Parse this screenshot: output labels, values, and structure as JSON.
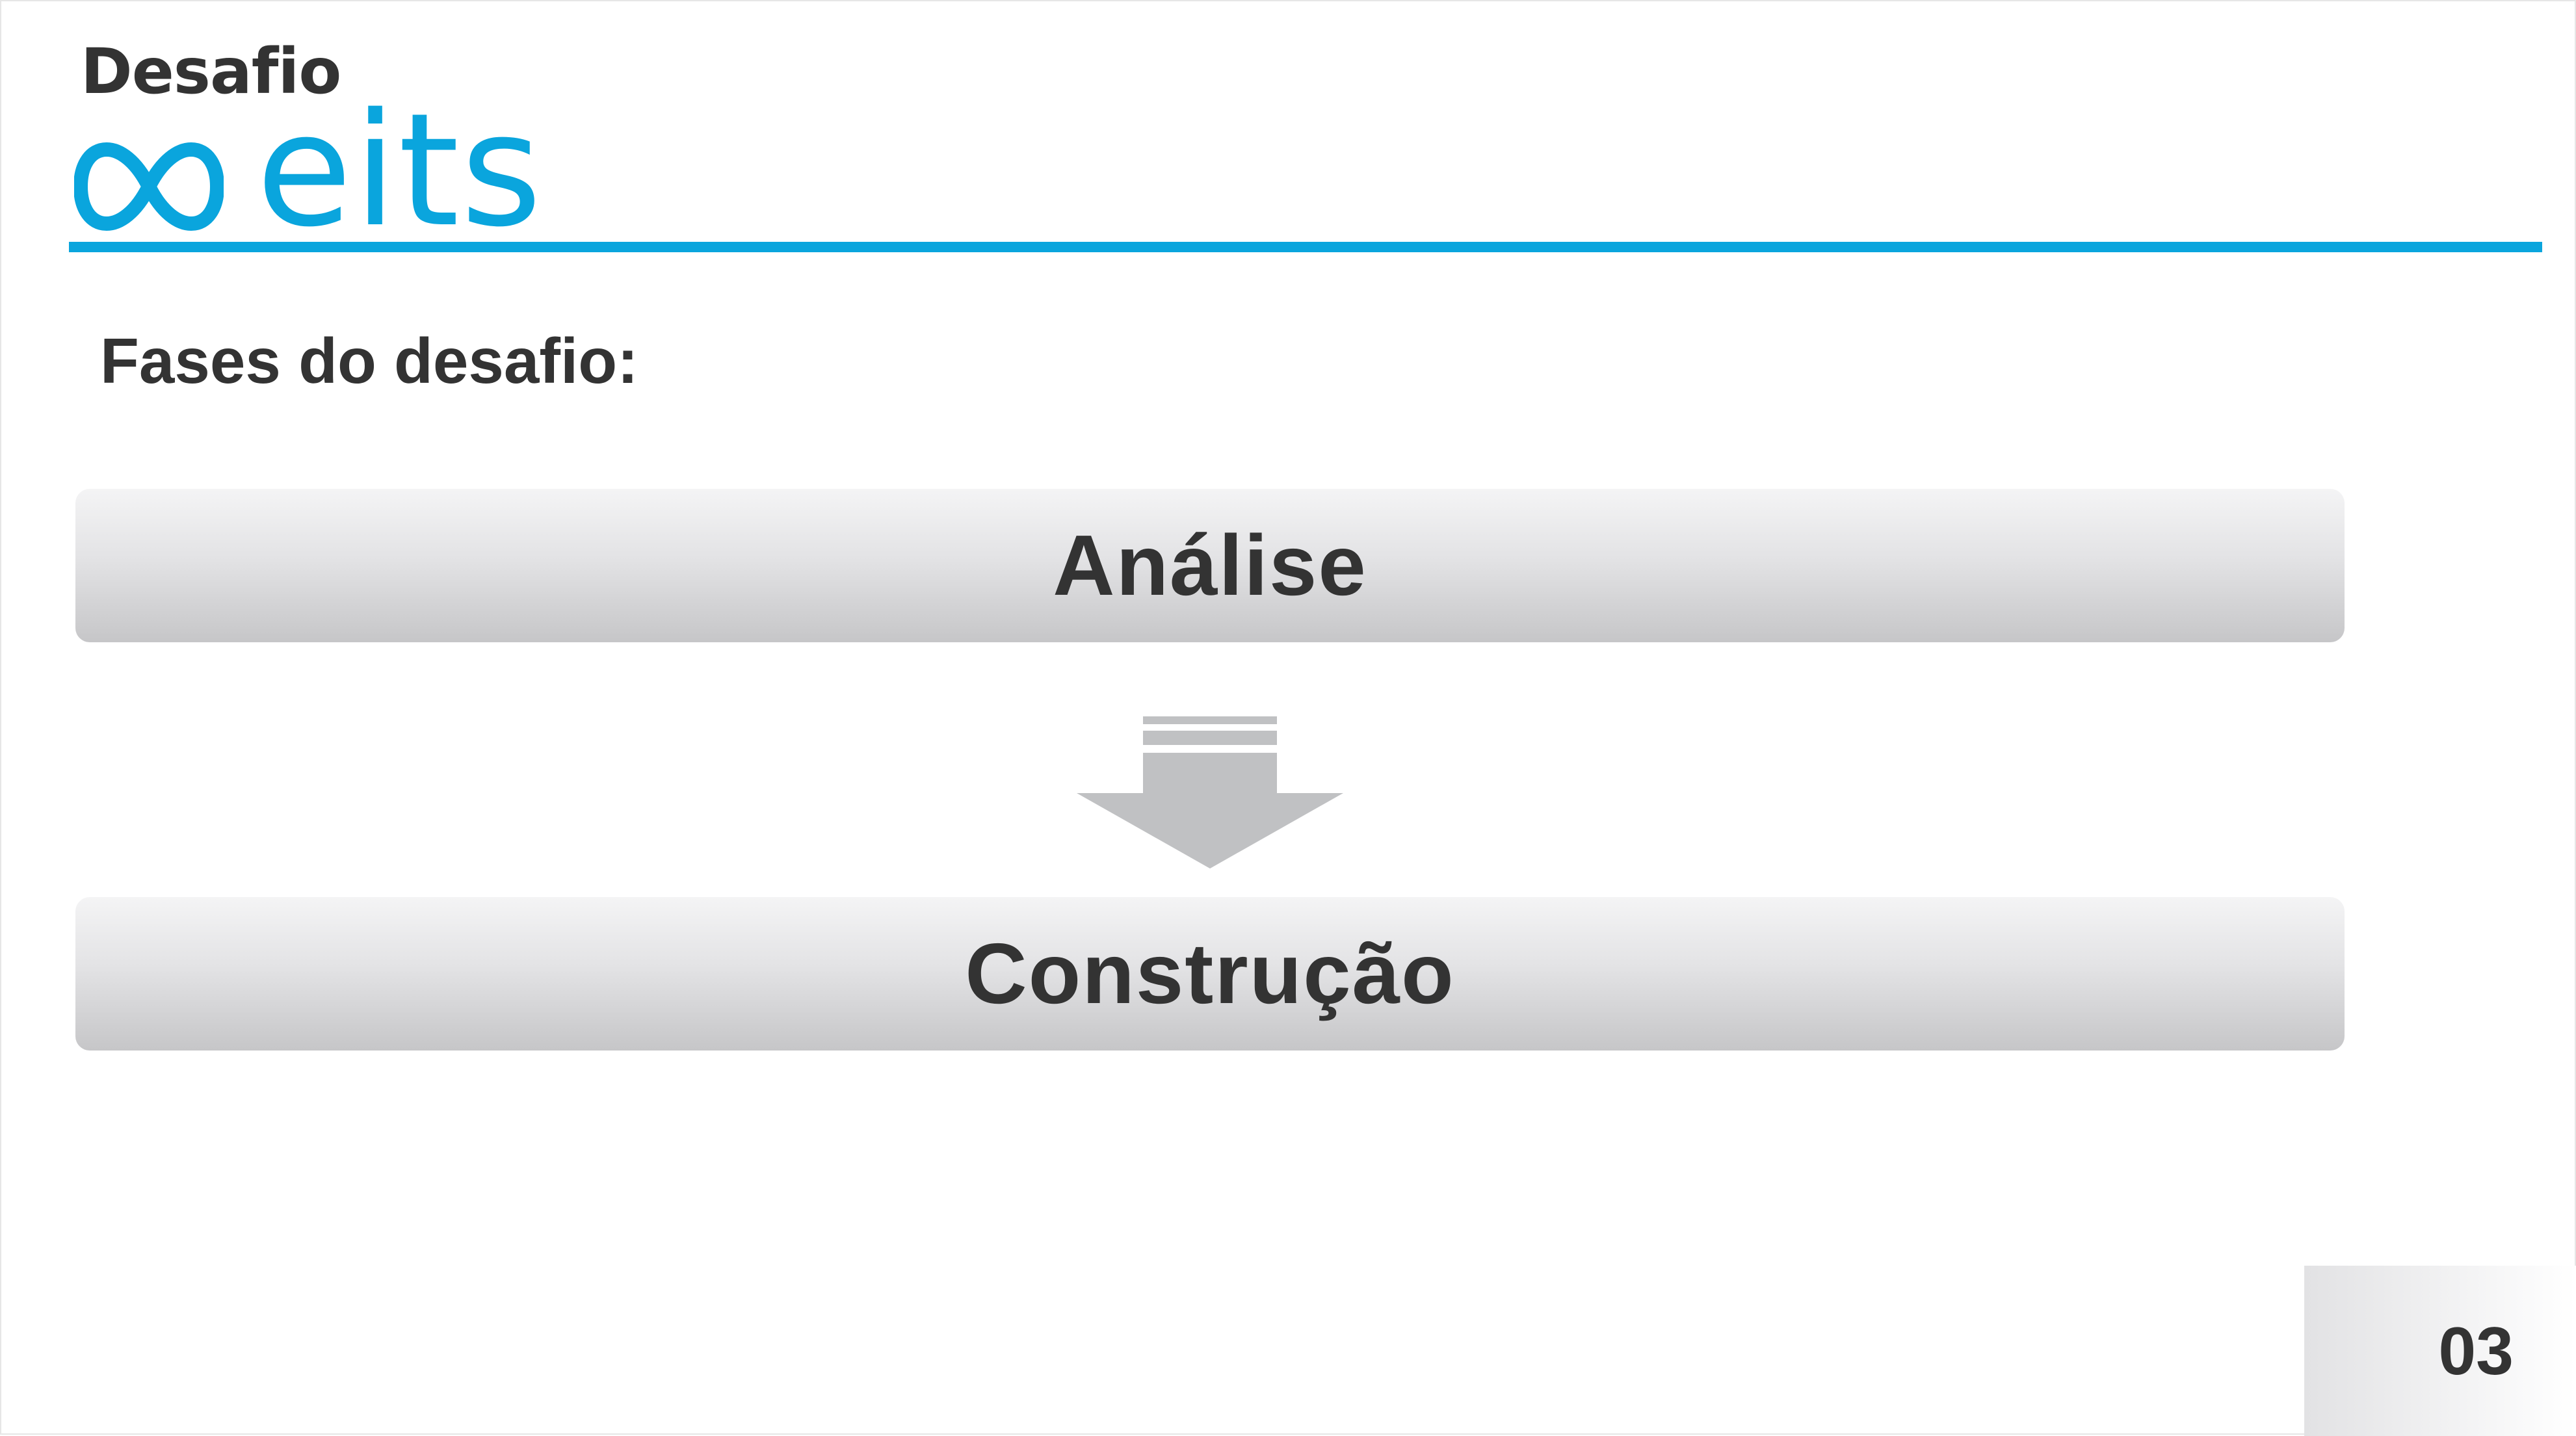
{
  "header": {
    "brand_prefix": "Desafio",
    "brand_name": "eits",
    "logo_icon": "infinity-icon",
    "accent_color": "#0aa5dd"
  },
  "subtitle": "Fases do desafio:",
  "phases": [
    {
      "label": "Análise"
    },
    {
      "label": "Construção"
    }
  ],
  "connector_icon": "down-arrow-icon",
  "page_number": "03"
}
